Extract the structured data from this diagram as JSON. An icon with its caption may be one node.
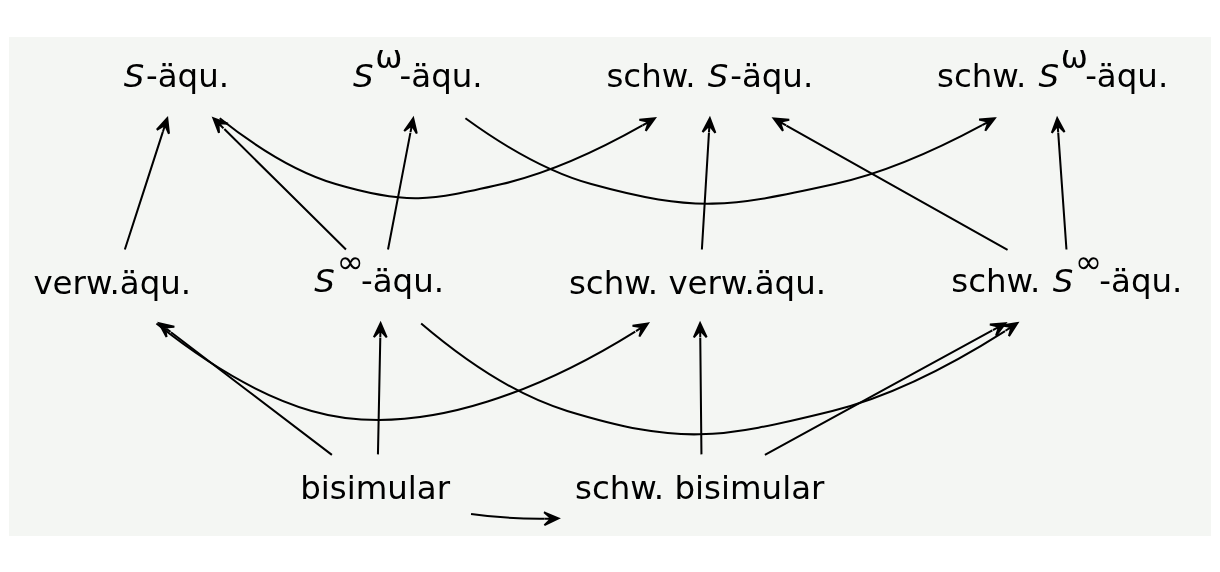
{
  "diagram": {
    "nodes": [
      {
        "text": [
          "*S*-äqu."
        ]
      },
      {
        "text": [
          "*S*$^{ω}$-äqu."
        ]
      },
      {
        "text": [
          "schw. *S*-äqu."
        ]
      },
      {
        "text": [
          "schw. *S*$^{ω}$-äqu."
        ]
      },
      {
        "text": [
          "*S*$^{∞}$-äqu."
        ]
      },
      {
        "text": [
          "schw. *S*$^{∞}$-äqu."
        ]
      },
      {
        "text": [
          "verw.äqu."
        ]
      },
      {
        "text": [
          "schw. verw.äqu."
        ]
      },
      {
        "text": [
          "bisimular"
        ]
      },
      {
        "text": [
          "schw. bisimular"
        ]
      }
    ],
    "edges": [
      {
        "from": 0,
        "to": 2,
        "arrow": "to"
      },
      {
        "from": 1,
        "to": 3,
        "arrow": "to"
      },
      {
        "from": 4,
        "to": 0,
        "arrow": "to"
      },
      {
        "from": 4,
        "to": 1,
        "arrow": "to"
      },
      {
        "from": 5,
        "to": 2,
        "arrow": "to"
      },
      {
        "from": 5,
        "to": 3,
        "arrow": "to"
      },
      {
        "from": 4,
        "to": 5,
        "arrow": "to"
      },
      {
        "from": 6,
        "to": 0,
        "arrow": "to"
      },
      {
        "from": 6,
        "to": 7,
        "arrow": "to"
      },
      {
        "from": 7,
        "to": 2,
        "arrow": "to"
      },
      {
        "from": 8,
        "to": 6,
        "arrow": "to"
      },
      {
        "from": 8,
        "to": 4,
        "arrow": "to"
      },
      {
        "from": 8,
        "to": 9,
        "arrow": "to"
      },
      {
        "from": 9,
        "to": 7,
        "arrow": "to"
      },
      {
        "from": 9,
        "to": 5,
        "arrow": "to"
      }
    ]
  }
}
